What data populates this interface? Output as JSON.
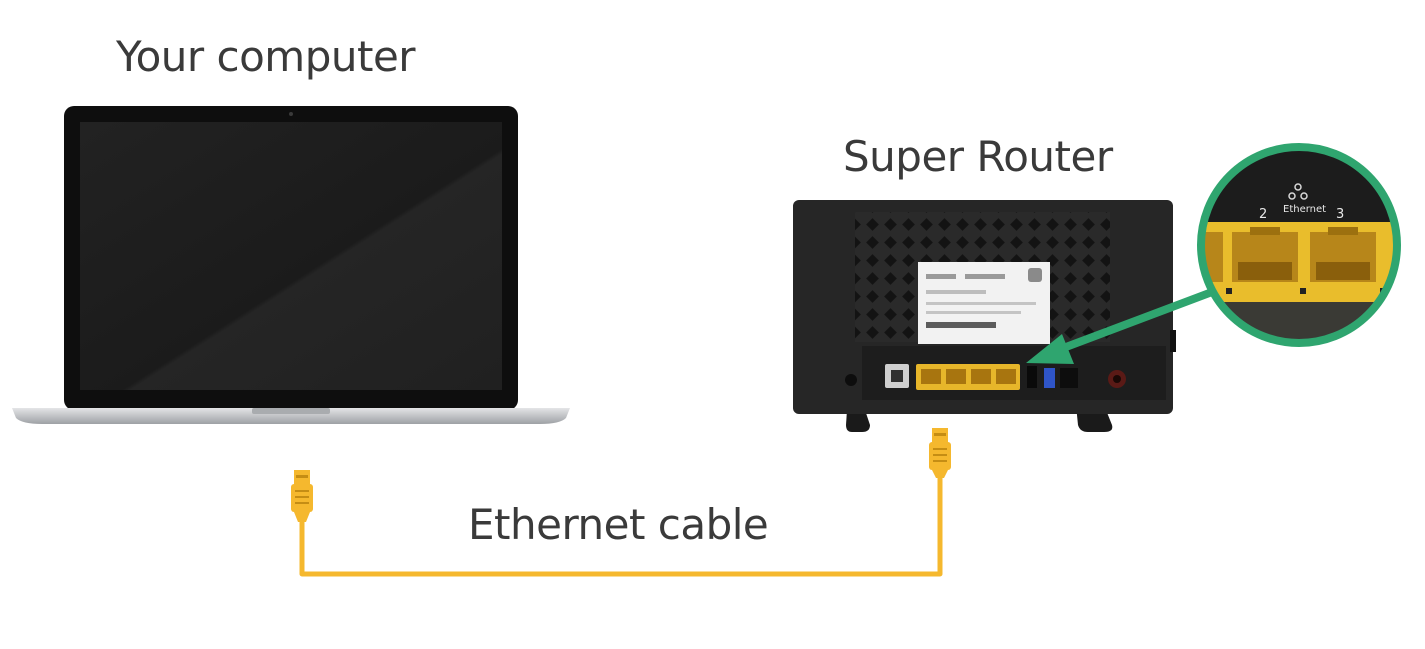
{
  "labels": {
    "computer": "Your computer",
    "router": "Super Router",
    "cable": "Ethernet cable"
  },
  "zoom": {
    "port_left": "2",
    "port_right": "3",
    "ethernet": "Ethernet"
  },
  "colors": {
    "cable": "#f5b82e",
    "arrow": "#2fa56f",
    "router_body": "#262626",
    "port_yellow": "#f2c32a",
    "laptop_screen": "#1d1d1d",
    "laptop_base": "#c9cbce"
  },
  "icons": {
    "laptop": "laptop-icon",
    "router": "router-icon",
    "connector": "rj45-connector-icon",
    "arrow": "pointer-arrow-icon"
  }
}
